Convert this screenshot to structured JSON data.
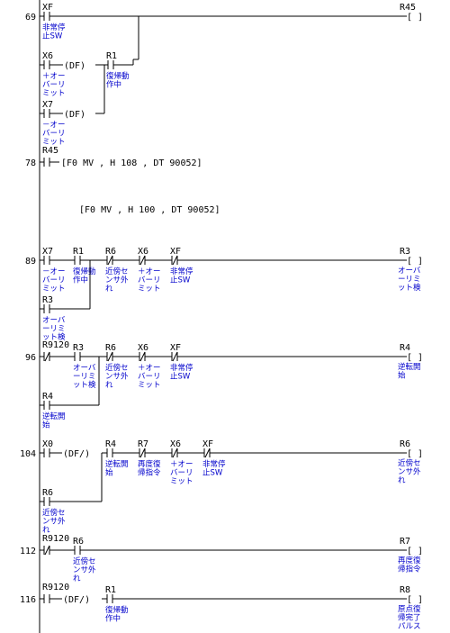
{
  "rungs": [
    {
      "step": "69"
    },
    {
      "step": "78"
    },
    {
      "step": "89"
    },
    {
      "step": "96"
    },
    {
      "step": "104"
    },
    {
      "step": "112"
    },
    {
      "step": "116"
    }
  ],
  "contacts": [
    {
      "id": "xf_69",
      "label": "XF",
      "comment": [
        "非常停",
        "止SW"
      ]
    },
    {
      "id": "x6_69",
      "label": "X6",
      "comment": [
        "＋オー",
        "バーリ",
        "ミット"
      ]
    },
    {
      "id": "x7_69",
      "label": "X7",
      "comment": [
        "－オー",
        "バーリ",
        "ミット"
      ]
    },
    {
      "id": "r1_69",
      "label": "R1",
      "comment": [
        "復帰動",
        "作中"
      ]
    },
    {
      "id": "r45_78",
      "label": "R45",
      "comment": []
    },
    {
      "id": "x7_89",
      "label": "X7",
      "comment": [
        "－オー",
        "バーリ",
        "ミット"
      ]
    },
    {
      "id": "r1_89",
      "label": "R1",
      "comment": [
        "復帰動",
        "作中"
      ]
    },
    {
      "id": "r6_89",
      "label": "R6",
      "comment": [
        "近傍セ",
        "ンサ外",
        "れ"
      ]
    },
    {
      "id": "x6_89",
      "label": "X6",
      "comment": [
        "＋オー",
        "バーリ",
        "ミット"
      ]
    },
    {
      "id": "xf_89",
      "label": "XF",
      "comment": [
        "非常停",
        "止SW"
      ]
    },
    {
      "id": "r3_89",
      "label": "R3",
      "comment": [
        "オーバ",
        "ーリミ",
        "ット検"
      ]
    },
    {
      "id": "r9120_96",
      "label": "R9120",
      "comment": []
    },
    {
      "id": "r3_96",
      "label": "R3",
      "comment": [
        "オーバ",
        "ーリミ",
        "ット検"
      ]
    },
    {
      "id": "r6_96",
      "label": "R6",
      "comment": [
        "近傍セ",
        "ンサ外",
        "れ"
      ]
    },
    {
      "id": "x6_96",
      "label": "X6",
      "comment": [
        "＋オー",
        "バーリ",
        "ミット"
      ]
    },
    {
      "id": "xf_96",
      "label": "XF",
      "comment": [
        "非常停",
        "止SW"
      ]
    },
    {
      "id": "r4_96",
      "label": "R4",
      "comment": [
        "逆転開",
        "始"
      ]
    },
    {
      "id": "x0_104",
      "label": "X0",
      "comment": []
    },
    {
      "id": "r4_104",
      "label": "R4",
      "comment": [
        "逆転開",
        "始"
      ]
    },
    {
      "id": "r7_104",
      "label": "R7",
      "comment": [
        "再度復",
        "帰指令"
      ]
    },
    {
      "id": "x6_104",
      "label": "X6",
      "comment": [
        "＋オー",
        "バーリ",
        "ミット"
      ]
    },
    {
      "id": "xf_104",
      "label": "XF",
      "comment": [
        "非常停",
        "止SW"
      ]
    },
    {
      "id": "r6_104",
      "label": "R6",
      "comment": [
        "近傍セ",
        "ンサ外",
        "れ"
      ]
    },
    {
      "id": "r9120_112",
      "label": "R9120",
      "comment": []
    },
    {
      "id": "r6_112",
      "label": "R6",
      "comment": [
        "近傍セ",
        "ンサ外",
        "れ"
      ]
    },
    {
      "id": "r9120_116",
      "label": "R9120",
      "comment": []
    },
    {
      "id": "r1_116",
      "label": "R1",
      "comment": [
        "復帰動",
        "作中"
      ]
    }
  ],
  "coils": [
    {
      "id": "r45",
      "label": "R45",
      "comment": []
    },
    {
      "id": "r3",
      "label": "R3",
      "comment": [
        "オーバ",
        "ーリミ",
        "ット検"
      ]
    },
    {
      "id": "r4",
      "label": "R4",
      "comment": [
        "逆転開",
        "始"
      ]
    },
    {
      "id": "r6",
      "label": "R6",
      "comment": [
        "近傍セ",
        "ンサ外",
        "れ"
      ]
    },
    {
      "id": "r7",
      "label": "R7",
      "comment": [
        "再度復",
        "帰指令"
      ]
    },
    {
      "id": "r8",
      "label": "R8",
      "comment": [
        "原点復",
        "帰完了",
        "パルス"
      ]
    }
  ],
  "df_labels": {
    "df": "(DF)",
    "df_neg": "(DF/)"
  },
  "coil_symbol": "[  ]",
  "instructions": [
    {
      "id": "f0_1",
      "text": "[F0 MV     ,   H 108    ,    DT 90052]"
    },
    {
      "id": "f0_2",
      "text": "[F0 MV     ,   H 100    ,    DT 90052]"
    }
  ]
}
